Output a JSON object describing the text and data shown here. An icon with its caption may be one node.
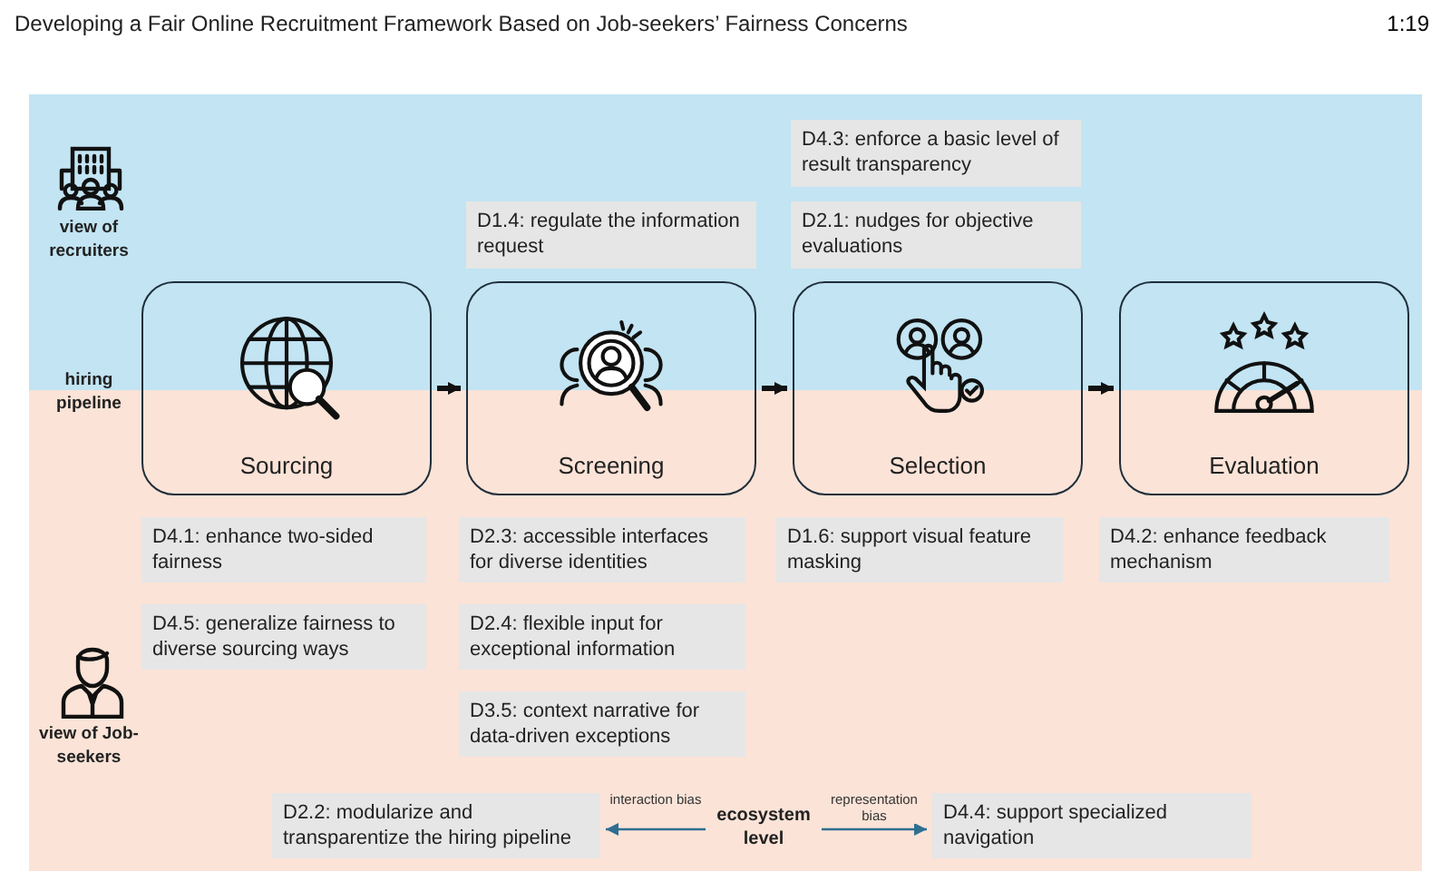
{
  "diagram": {
    "title": "Developing a Fair Online Recruitment Framework Based on Job-seekers’ Fairness Concerns",
    "nodes": [
      {
        "text": [
          "Sourcing"
        ]
      },
      {
        "text": [
          "Screening"
        ]
      },
      {
        "text": [
          "Selection"
        ]
      },
      {
        "text": [
          "Evaluation"
        ]
      },
      {
        "text": [
          "D4.3: enforce a basic level of result transparency"
        ]
      },
      {
        "text": [
          "D2.1: nudges for objective evaluations"
        ]
      },
      {
        "text": [
          "D1.4: regulate the information request"
        ]
      },
      {
        "text": [
          "D4.1: enhance two-sided fairness"
        ]
      },
      {
        "text": [
          "D4.5: generalize fairness to diverse sourcing ways"
        ]
      },
      {
        "text": [
          "D2.3: accessible interfaces for diverse identities"
        ]
      },
      {
        "text": [
          "D2.4: flexible input for exceptional information"
        ]
      },
      {
        "text": [
          "D3.5: context narrative for data-driven exceptions"
        ]
      },
      {
        "text": [
          "D1.6: support visual feature masking"
        ]
      },
      {
        "text": [
          "D4.2: enhance feedback mechanism"
        ]
      },
      {
        "text": [
          "D2.2: modularize and transparentize the hiring pipeline"
        ]
      },
      {
        "text": [
          "ecosystem level"
        ]
      },
      {
        "text": [
          "D4.4: support specialized navigation"
        ]
      }
    ],
    "edges": [
      {
        "from": 0,
        "to": 1,
        "arrow": "to"
      },
      {
        "from": 1,
        "to": 2,
        "arrow": "to"
      },
      {
        "from": 2,
        "to": 3,
        "arrow": "to"
      },
      {
        "from": 15,
        "to": 14,
        "arrow": "to",
        "label": "interaction bias",
        "color": "#2f6f91"
      },
      {
        "from": 15,
        "to": 16,
        "arrow": "to",
        "label": "representation bias",
        "color": "#2f6f91"
      }
    ],
    "labels": [
      "1:19",
      "view of recruiters",
      "hiring pipeline",
      "view of Job-seekers"
    ]
  }
}
